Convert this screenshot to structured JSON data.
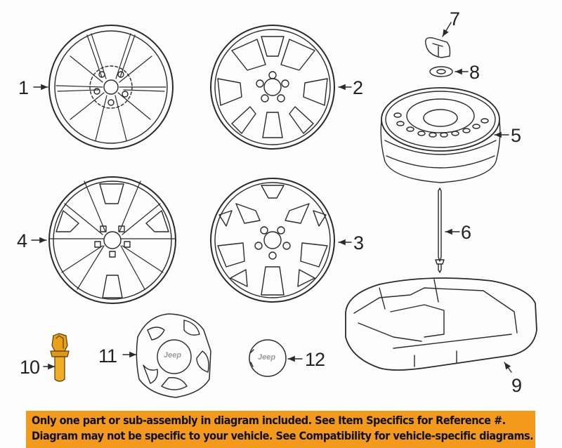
{
  "diagram": {
    "title": "Wheel & spare tire components parts diagram",
    "style": "black line-art on white background",
    "colors": {
      "background": "#fdfdfd",
      "line": "#2a2a2a",
      "banner": "#f39a1c",
      "banner_text": "#111111",
      "lug_nut": "#e8a21a"
    },
    "callouts": [
      {
        "id": "1",
        "part": "alloy-wheel-8-spoke",
        "label": "1"
      },
      {
        "id": "2",
        "part": "alloy-wheel-split-spoke",
        "label": "2"
      },
      {
        "id": "3",
        "part": "alloy-wheel-5-y-spoke",
        "label": "3"
      },
      {
        "id": "4",
        "part": "alloy-wheel-10-spoke",
        "label": "4"
      },
      {
        "id": "5",
        "part": "steel-spare-wheel",
        "label": "5"
      },
      {
        "id": "6",
        "part": "spare-hold-down-bolt",
        "label": "6"
      },
      {
        "id": "7",
        "part": "wheel-weight",
        "label": "7"
      },
      {
        "id": "8",
        "part": "washer",
        "label": "8"
      },
      {
        "id": "9",
        "part": "spare-tire-storage-tray",
        "label": "9"
      },
      {
        "id": "10",
        "part": "lug-nut",
        "label": "10"
      },
      {
        "id": "11",
        "part": "center-cap-large",
        "label": "11",
        "logo_text": "Jeep"
      },
      {
        "id": "12",
        "part": "center-cap-small",
        "label": "12",
        "logo_text": "Jeep"
      }
    ]
  },
  "banner": {
    "line1": "Only one part or sub-assembly in diagram included. See Item Specifics for Reference #.",
    "line2": "Diagram may not be specific to your vehicle. See Compatibility for vehicle-specific diagrams."
  }
}
